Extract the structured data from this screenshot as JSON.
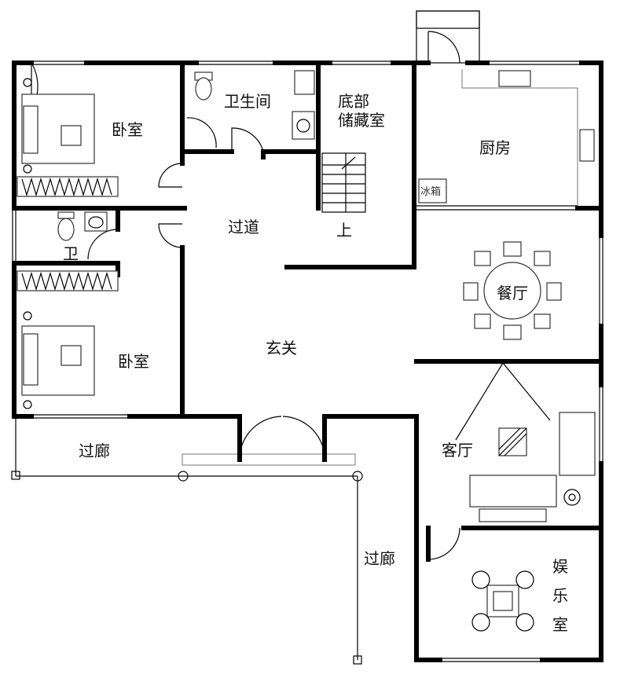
{
  "title": "一层平面图",
  "rooms": {
    "bedroom_top": "卧室",
    "bathroom": "卫生间",
    "storage_line1": "底部",
    "storage_line2": "储藏室",
    "kitchen": "厨房",
    "fridge": "冰箱",
    "hallway": "过道",
    "stairs_up": "上",
    "small_bath": "卫",
    "dining": "餐厅",
    "bedroom_bottom": "卧室",
    "foyer": "玄关",
    "living": "客厅",
    "corridor_left": "过廊",
    "corridor_bottom": "过廊",
    "entertainment_line1": "娱",
    "entertainment_line2": "乐",
    "entertainment_line3": "室"
  }
}
